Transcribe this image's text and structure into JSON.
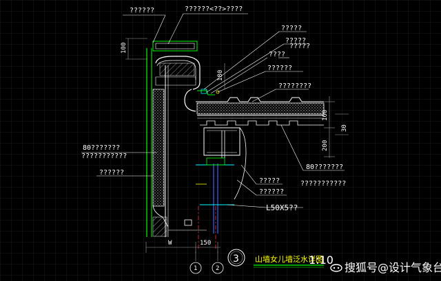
{
  "drawing": {
    "title": "山墙女儿墙泛水详图",
    "scale": "1:10",
    "detail_number": "3",
    "axis_labels": [
      "1",
      "2"
    ],
    "callouts": {
      "top_left": "??????",
      "top_mid": "??????<??>????",
      "right_1": "?????",
      "right_2": "?????",
      "right_3": "?????",
      "right_4": "????",
      "right_5": "??????",
      "right_6": "????????",
      "right_7": "80???????",
      "right_8": "???????????",
      "right_9": "?????",
      "right_10": "??????",
      "right_11": "L50X5??",
      "left_1": "80???????",
      "left_2": "???????????",
      "left_3": "??????"
    },
    "dimensions": {
      "d100": "100",
      "d180": "180",
      "d160": "160",
      "d30": "30",
      "d200": "200",
      "dW": "W",
      "d150": "150"
    }
  },
  "watermark": {
    "text": "搜狐号@设计气象台"
  },
  "colors": {
    "background": "#000000",
    "wall_green": "#00ff00",
    "line_white": "#ffffff",
    "accent_yellow": "#ffff00",
    "cyan": "#00ffff",
    "blue": "#4060ff",
    "dim_grey": "#a0a0a0"
  }
}
